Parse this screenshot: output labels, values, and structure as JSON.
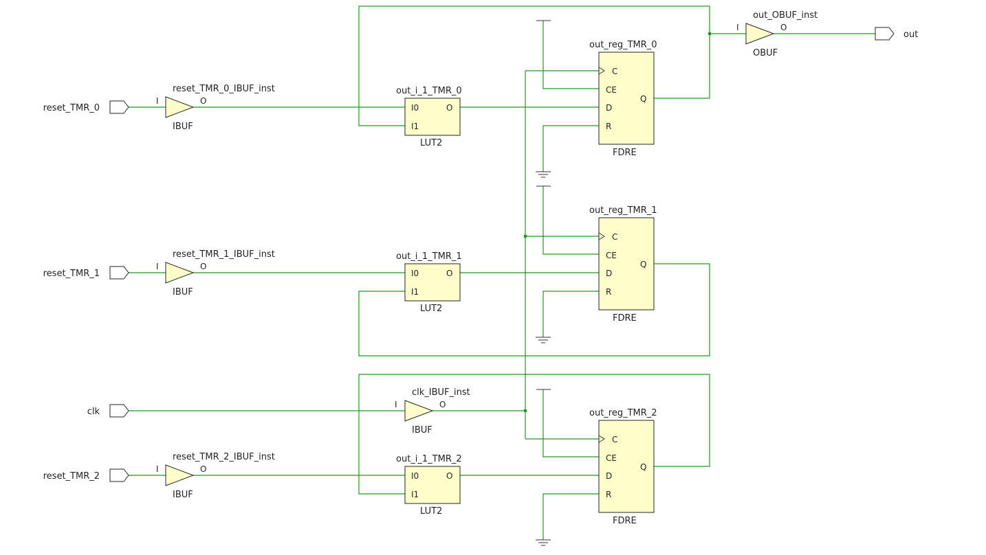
{
  "colors": {
    "wire": "#1a9a1a",
    "cell_fill": "#ffffcc",
    "outline": "#222222",
    "background": "#ffffff"
  },
  "ports": {
    "reset_TMR_0": "reset_TMR_0",
    "reset_TMR_1": "reset_TMR_1",
    "clk": "clk",
    "reset_TMR_2": "reset_TMR_2",
    "out": "out"
  },
  "cells": {
    "reset_TMR_0_IBUF_inst": {
      "name": "reset_TMR_0_IBUF_inst",
      "type": "IBUF",
      "in": "I",
      "out": "O"
    },
    "reset_TMR_1_IBUF_inst": {
      "name": "reset_TMR_1_IBUF_inst",
      "type": "IBUF",
      "in": "I",
      "out": "O"
    },
    "reset_TMR_2_IBUF_inst": {
      "name": "reset_TMR_2_IBUF_inst",
      "type": "IBUF",
      "in": "I",
      "out": "O"
    },
    "clk_IBUF_inst": {
      "name": "clk_IBUF_inst",
      "type": "IBUF",
      "in": "I",
      "out": "O"
    },
    "out_OBUF_inst": {
      "name": "out_OBUF_inst",
      "type": "OBUF",
      "in": "I",
      "out": "O"
    },
    "out_i_1_TMR_0": {
      "name": "out_i_1_TMR_0",
      "type": "LUT2",
      "pins": {
        "i0": "I0",
        "i1": "I1",
        "o": "O"
      }
    },
    "out_i_1_TMR_1": {
      "name": "out_i_1_TMR_1",
      "type": "LUT2",
      "pins": {
        "i0": "I0",
        "i1": "I1",
        "o": "O"
      }
    },
    "out_i_1_TMR_2": {
      "name": "out_i_1_TMR_2",
      "type": "LUT2",
      "pins": {
        "i0": "I0",
        "i1": "I1",
        "o": "O"
      }
    },
    "out_reg_TMR_0": {
      "name": "out_reg_TMR_0",
      "type": "FDRE",
      "pins": {
        "c": "C",
        "ce": "CE",
        "d": "D",
        "r": "R",
        "q": "Q"
      }
    },
    "out_reg_TMR_1": {
      "name": "out_reg_TMR_1",
      "type": "FDRE",
      "pins": {
        "c": "C",
        "ce": "CE",
        "d": "D",
        "r": "R",
        "q": "Q"
      }
    },
    "out_reg_TMR_2": {
      "name": "out_reg_TMR_2",
      "type": "FDRE",
      "pins": {
        "c": "C",
        "ce": "CE",
        "d": "D",
        "r": "R",
        "q": "Q"
      }
    }
  }
}
